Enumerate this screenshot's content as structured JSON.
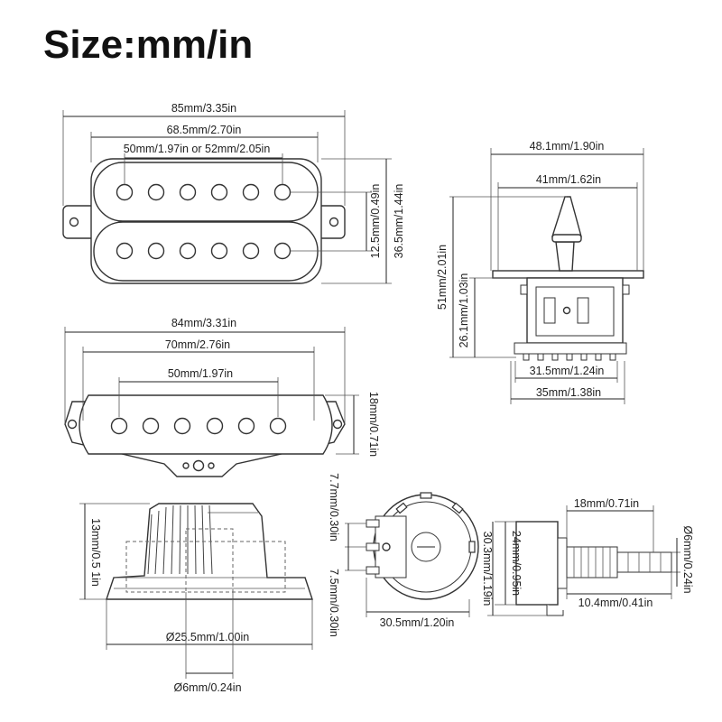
{
  "page": {
    "title": "Size:mm/in"
  },
  "humbucker": {
    "overall_width": "85mm/3.35in",
    "cover_width": "68.5mm/2.70in",
    "pole_spacing": "50mm/1.97in or 52mm/2.05in",
    "pole_row_gap": "12.5mm/0.49in",
    "height": "36.5mm/1.44in"
  },
  "switch": {
    "overall_width": "48.1mm/1.90in",
    "travel_width": "41mm/1.62in",
    "total_height": "51mm/2.01in",
    "body_height": "26.1mm/1.03in",
    "inner_width": "31.5mm/1.24in",
    "base_width": "35mm/1.38in"
  },
  "single_coil": {
    "overall_width": "84mm/3.31in",
    "cover_width": "70mm/2.76in",
    "pole_spacing": "50mm/1.97in",
    "height": "18mm/0.71in"
  },
  "knob": {
    "height": "13mm/0.5 1in",
    "diameter": "Ø25.5mm/1.00in",
    "shaft_diameter": "Ø6mm/0.24in"
  },
  "pot_front": {
    "lug_spacing_top": "7.7mm/0.30in",
    "lug_spacing_bottom": "7.5mm/0.30in",
    "width": "30.5mm/1.20in"
  },
  "pot_side": {
    "shaft_length": "18mm/0.71in",
    "body_height": "24mm/0.95in",
    "total_height": "30.3mm/1.19in",
    "shaft_diameter": "Ø6mm/0.24in",
    "thread_length": "10.4mm/0.41in"
  }
}
